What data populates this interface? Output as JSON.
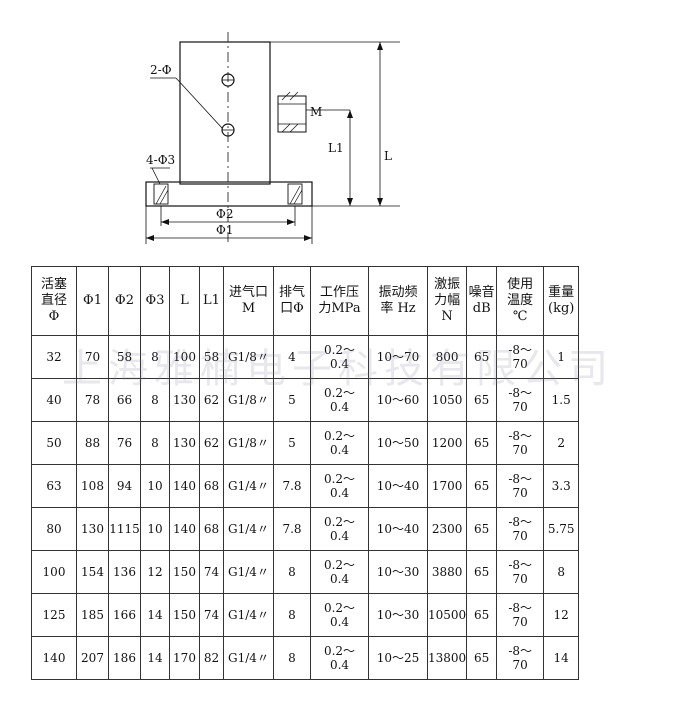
{
  "diagram": {
    "labels": {
      "holes_2": "2-Φ",
      "holes_4": "4-Φ3",
      "phi2": "Φ2",
      "phi1": "Φ1",
      "l1": "L1",
      "l": "L",
      "m": "M"
    }
  },
  "table": {
    "headers": [
      "活塞\n直径\nΦ",
      "Φ1",
      "Φ2",
      "Φ3",
      "L",
      "L1",
      "进气口\nM",
      "排气\n口Φ",
      "工作压\n力MPa",
      "振动频\n率 Hz",
      "激振\n力幅\nN",
      "噪音\ndB",
      "使用\n温度\n℃",
      "重量\n(kg)"
    ],
    "rows": [
      [
        "32",
        "70",
        "58",
        "8",
        "100",
        "58",
        "G1/8〃",
        "4",
        "0.2～\n0.4",
        "10～70",
        "800",
        "65",
        "-8～\n70",
        "1"
      ],
      [
        "40",
        "78",
        "66",
        "8",
        "130",
        "62",
        "G1/8〃",
        "5",
        "0.2～\n0.4",
        "10～60",
        "1050",
        "65",
        "-8～\n70",
        "1.5"
      ],
      [
        "50",
        "88",
        "76",
        "8",
        "130",
        "62",
        "G1/8〃",
        "5",
        "0.2～\n0.4",
        "10～50",
        "1200",
        "65",
        "-8～\n70",
        "2"
      ],
      [
        "63",
        "108",
        "94",
        "10",
        "140",
        "68",
        "G1/4〃",
        "7.8",
        "0.2～\n0.4",
        "10～40",
        "1700",
        "65",
        "-8～\n70",
        "3.3"
      ],
      [
        "80",
        "130",
        "1115",
        "10",
        "140",
        "68",
        "G1/4〃",
        "7.8",
        "0.2～\n0.4",
        "10～40",
        "2300",
        "65",
        "-8～\n70",
        "5.75"
      ],
      [
        "100",
        "154",
        "136",
        "12",
        "150",
        "74",
        "G1/4〃",
        "8",
        "0.2～\n0.4",
        "10～30",
        "3880",
        "65",
        "-8～\n70",
        "8"
      ],
      [
        "125",
        "185",
        "166",
        "14",
        "150",
        "74",
        "G1/4〃",
        "8",
        "0.2～\n0.4",
        "10～30",
        "10500",
        "65",
        "-8～\n70",
        "12"
      ],
      [
        "140",
        "207",
        "186",
        "14",
        "170",
        "82",
        "G1/4〃",
        "8",
        "0.2～\n0.4",
        "10～25",
        "13800",
        "65",
        "-8～\n70",
        "14"
      ]
    ]
  },
  "watermark": "上海雅楠电子科技有限公司"
}
